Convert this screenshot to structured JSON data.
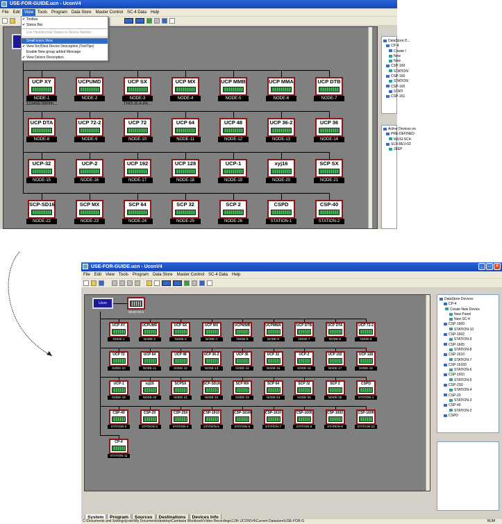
{
  "top": {
    "title": "USE-FOR-GUIDE.ucn - UconV4",
    "menu": [
      "File",
      "Edit",
      "View",
      "Tools",
      "Program",
      "Data Store",
      "Master Control",
      "SC-4 Data",
      "Help"
    ],
    "view_menu": [
      {
        "label": "Toolbar",
        "state": "checked"
      },
      {
        "label": "Status Bar",
        "state": "checked"
      },
      {
        "label": "Use Hexidecimal Values in Device Names",
        "state": "disabled"
      },
      {
        "label": "Small icons View",
        "state": "highlighted"
      },
      {
        "label": "View Src/Dest Device Description (ToolTips)",
        "state": "checked"
      },
      {
        "label": "Enable New group added Message",
        "state": "normal"
      },
      {
        "label": "View Device Description",
        "state": "checked"
      }
    ],
    "rows": [
      [
        {
          "t": "UCP XY",
          "n": "NODE-1",
          "d": "1234567890hh..."
        },
        {
          "t": "UCPUMD",
          "n": "NODE-2"
        },
        {
          "t": "UCP SX",
          "n": "NODE-3",
          "d": "THIS IS A PA..."
        },
        {
          "t": "UCP MX",
          "n": "NODE-4"
        },
        {
          "t": "UCP MMB",
          "n": "NODE-5"
        },
        {
          "t": "UCP MMA",
          "n": "NODE-6"
        },
        {
          "t": "UCP DTB",
          "n": "NODE-7"
        }
      ],
      [
        {
          "t": "UCP DTA",
          "n": "NODE-8"
        },
        {
          "t": "UCP 72-2",
          "n": "NODE-9"
        },
        {
          "t": "UCP 72",
          "n": "NODE-10"
        },
        {
          "t": "UCP 64",
          "n": "NODE-11"
        },
        {
          "t": "UCP 48",
          "n": "NODE-12"
        },
        {
          "t": "UCP 36-2",
          "n": "NODE-13"
        },
        {
          "t": "UCP 36",
          "n": "NODE-14"
        }
      ],
      [
        {
          "t": "UCP-32",
          "n": "NODE-15"
        },
        {
          "t": "UCP-2",
          "n": "NODE-16"
        },
        {
          "t": "UCP 192",
          "n": "NODE-17"
        },
        {
          "t": "UCP 128",
          "n": "NODE-18"
        },
        {
          "t": "UCP-1",
          "n": "NODE-19"
        },
        {
          "t": "xyj16",
          "n": "NODE-20"
        },
        {
          "t": "SCP SX",
          "n": "NODE-21"
        }
      ],
      [
        {
          "t": "SCP-SD16",
          "n": "NODE-22"
        },
        {
          "t": "SCP MX",
          "n": "NODE-23"
        },
        {
          "t": "SCP 64",
          "n": "NODE-24"
        },
        {
          "t": "SCP 32",
          "n": "NODE-25"
        },
        {
          "t": "SCP 2",
          "n": "NODE-26"
        },
        {
          "t": "CSPD",
          "n": "STATION-1"
        },
        {
          "t": "CSP-40",
          "n": "STATION-2"
        }
      ]
    ],
    "tree1": [
      "DataStore D...",
      "CP-4",
      "Create I",
      "New",
      "New",
      "CSP-160",
      "STATION",
      "CSP-160",
      "STATION",
      "CSP-160",
      "STATI",
      "CSP-161"
    ],
    "tree2": [
      "Active Devices on",
      "PRE-DEFINED",
      "WUSI-SC4-",
      "SC4-REV-02",
      "JEEP"
    ]
  },
  "bottom": {
    "title": "USE-FOR-GUIDE.ucn - UconV4",
    "menu": [
      "File",
      "Edit",
      "View",
      "Tools",
      "Program",
      "Data Store",
      "Master Control",
      "SC-4 Data",
      "Help"
    ],
    "monitor_label": "Ucon",
    "wusi_label": "WUSI-SC4",
    "rows": [
      [
        {
          "t": "UCP XY",
          "n": "NODE-1"
        },
        {
          "t": "UCPUMD",
          "n": "NODE-2"
        },
        {
          "t": "UCP SX",
          "n": "NODE-3"
        },
        {
          "t": "UCP MX",
          "n": "NODE-4"
        },
        {
          "t": "UCPMMB",
          "n": "NODE-5"
        },
        {
          "t": "UCPMMA",
          "n": "NODE-6"
        },
        {
          "t": "UCP DTB",
          "n": "NODE-7"
        },
        {
          "t": "UCP DTA",
          "n": "NODE-8"
        },
        {
          "t": "UCP 72-2",
          "n": "NODE-9"
        }
      ],
      [
        {
          "t": "UCP 72",
          "n": "NODE-10"
        },
        {
          "t": "UCP 64",
          "n": "NODE-11"
        },
        {
          "t": "UCP 48",
          "n": "NODE-12"
        },
        {
          "t": "UCP 36-2",
          "n": "NODE-13"
        },
        {
          "t": "UCP 36",
          "n": "NODE-14"
        },
        {
          "t": "UCP 32",
          "n": "NODE-15"
        },
        {
          "t": "UCP-2",
          "n": "NODE-16"
        },
        {
          "t": "UCP 192",
          "n": "NODE-17"
        },
        {
          "t": "UCP 128",
          "n": "NODE-18"
        }
      ],
      [
        {
          "t": "UCP-1",
          "n": "NODE-19"
        },
        {
          "t": "xyj16",
          "n": "NODE-20"
        },
        {
          "t": "SCPSX",
          "n": "NODE-21"
        },
        {
          "t": "SCP-SD16",
          "n": "NODE-22"
        },
        {
          "t": "SCP MX",
          "n": "NODE-23"
        },
        {
          "t": "SCP 64",
          "n": "NODE-24"
        },
        {
          "t": "SCP 32",
          "n": "NODE-25"
        },
        {
          "t": "SCP 2",
          "n": "NODE-26"
        },
        {
          "t": "CSPD",
          "n": "STATION-1"
        }
      ],
      [
        {
          "t": "CSP-40",
          "n": "STATION-2"
        },
        {
          "t": "CSP-20",
          "n": "STATION-3"
        },
        {
          "t": "CSP-2S0",
          "n": "STATION-4"
        },
        {
          "t": "CSP-1910",
          "n": "STATION-5"
        },
        {
          "t": "CSP-16160",
          "n": "STATION-6"
        },
        {
          "t": "CSP-1610",
          "n": "STATION-7"
        },
        {
          "t": "CSP-1605",
          "n": "STATION-8"
        },
        {
          "t": "CSP-1602",
          "n": "STATION-9"
        },
        {
          "t": "CSP-1600",
          "n": "STATION-10"
        }
      ],
      [
        {
          "t": "CP-4",
          "n": "STATION-11"
        }
      ]
    ],
    "tree": [
      "DataStore Devices",
      "CP-4",
      "Create New Device",
      "New Panel",
      "New SC-4",
      "CSP-1600",
      "STATION-10",
      "CSP-1602",
      "STATION-9",
      "CSP-1605",
      "STATION-8",
      "CSP-1610",
      "STATION-7",
      "CSP-16160",
      "STATION-6",
      "CSP-1910",
      "STATION-5",
      "CSP-2S0",
      "STATION-4",
      "CSP-20",
      "STATION-3",
      "CSP-40",
      "STATION-2",
      "CSPD"
    ],
    "tabs": [
      "System",
      "Program",
      "Sources",
      "Destinations",
      "Devices Info"
    ],
    "status_path": "C:\\Documents and Settings\\jrose\\My Documents\\desktop\\Camtasia Workbook\\Video Recordings\\12th UCON\\V4\\Current Datastore\\USE-FOR-G",
    "status_num": "NUM"
  }
}
